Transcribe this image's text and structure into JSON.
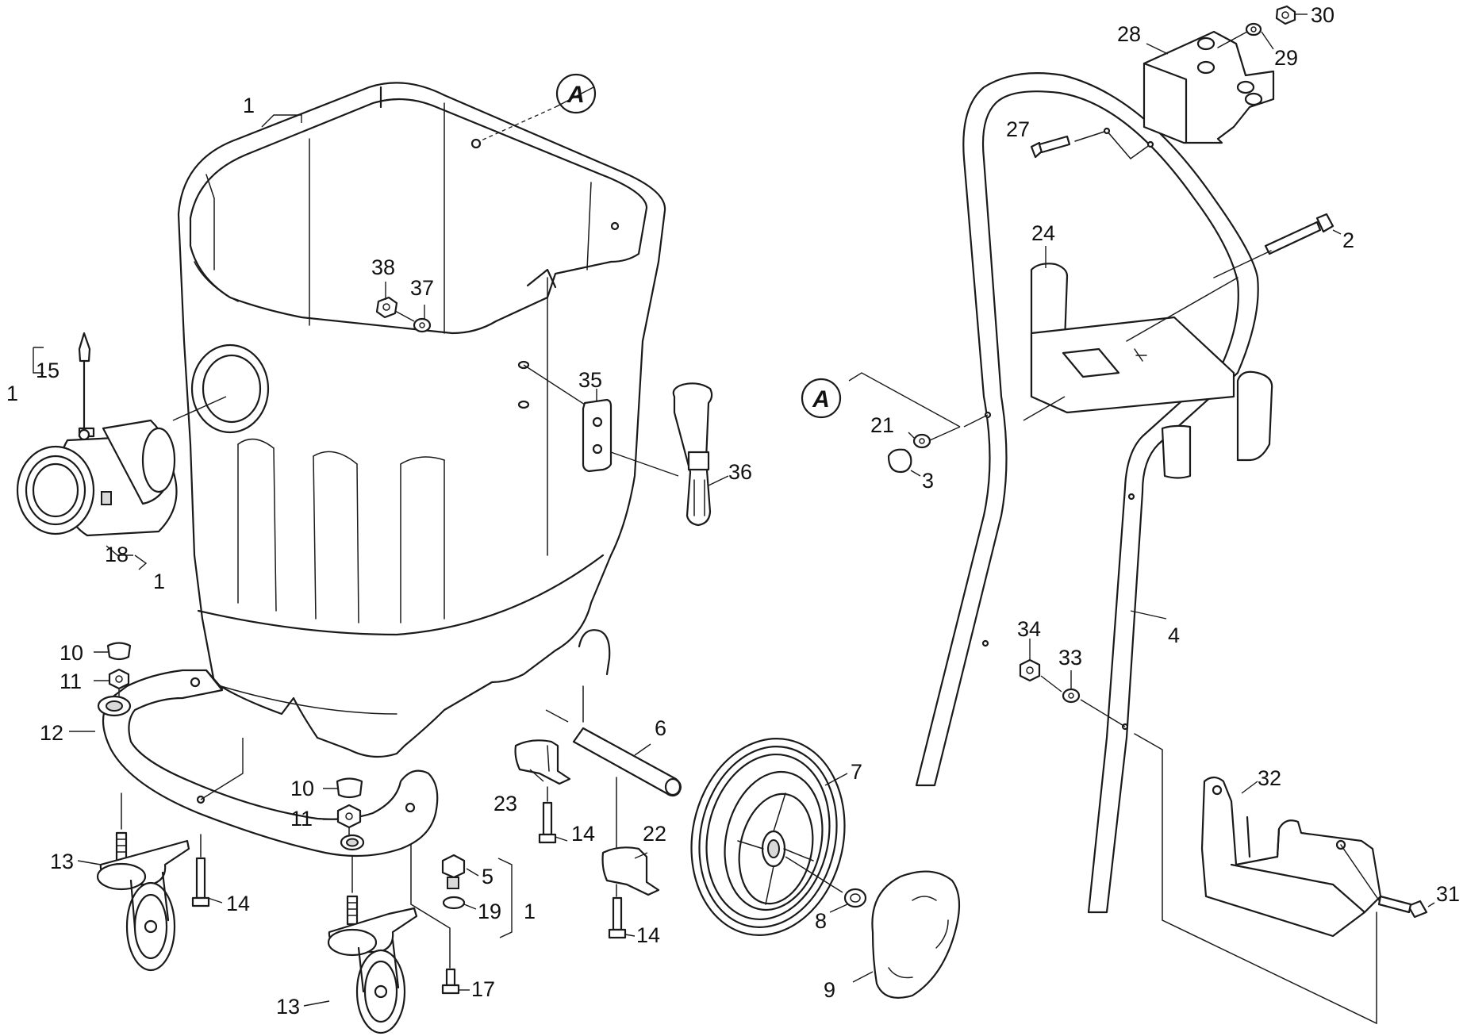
{
  "callouts": {
    "c1_top": "1",
    "c1_left": "1",
    "c1_nozzle": "1",
    "c1_screw": "1",
    "c2": "2",
    "c3": "3",
    "c4": "4",
    "c5": "5",
    "c6": "6",
    "c7": "7",
    "c8": "8",
    "c9": "9",
    "c10_top": "10",
    "c10_mid": "10",
    "c11_top": "11",
    "c11_mid": "11",
    "c12": "12",
    "c13_left": "13",
    "c13_bottom": "13",
    "c14_left": "14",
    "c14_clip23": "14",
    "c14_clip22": "14",
    "c15": "15",
    "c17": "17",
    "c18": "18",
    "c19": "19",
    "c21": "21",
    "c22": "22",
    "c23": "23",
    "c24": "24",
    "c27": "27",
    "c28": "28",
    "c29": "29",
    "c30": "30",
    "c31": "31",
    "c32": "32",
    "c33": "33",
    "c34": "34",
    "c35": "35",
    "c36": "36",
    "c37": "37",
    "c38": "38"
  },
  "reference_marks": {
    "A_container": "A",
    "A_handle": "A"
  }
}
